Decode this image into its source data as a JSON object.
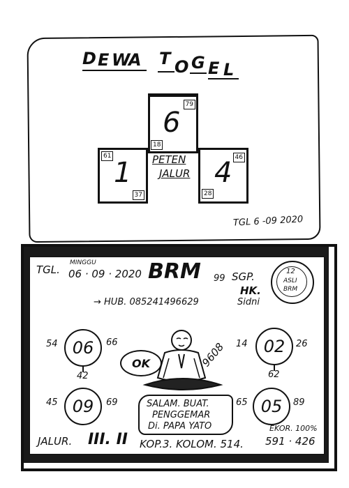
{
  "top": {
    "title_letters": [
      "D",
      "E",
      "W",
      "A",
      "T",
      "O",
      "G",
      "E",
      "L"
    ],
    "center_number": "6",
    "left_number": "1",
    "right_number": "4",
    "corner_top_right": "79",
    "corner_top_left_stem": "18",
    "corner_left_top": "61",
    "corner_left_bottom": "37",
    "corner_right_top": "46",
    "corner_right_bottom": "28",
    "label_line1": "PETEN",
    "label_line2": "JALUR",
    "date": "TGL 6 -09 2020"
  },
  "bottom": {
    "tgl_label": "TGL.",
    "day": "MINGGU",
    "date": "06 · 09 · 2020",
    "brand": "BRM",
    "brand_sup": "99",
    "sgp": "SGP.",
    "hk": "HK.",
    "sidni": "Sidni",
    "seal_line1": "ASLI",
    "seal_line2": "12",
    "seal_line3": "BRM",
    "hub": "→ HUB. 085241496629",
    "circles": [
      {
        "value": "06",
        "left": "54",
        "right": "66",
        "below": "42"
      },
      {
        "value": "02",
        "left": "14",
        "right": "26",
        "below": "62"
      },
      {
        "value": "09",
        "left": "45",
        "right": "69",
        "below": ""
      },
      {
        "value": "05",
        "left": "65",
        "right": "89",
        "below": ""
      }
    ],
    "ok": "OK",
    "side_numbers": "9608",
    "salam_line1": "SALAM. BUAT.",
    "salam_line2": "PENGGEMAR",
    "salam_line3": "Di. PAPA YATO",
    "jalur": "JALUR.",
    "jalur_value": "III. II",
    "kop": "KOP.3. KOLOM. 514.",
    "ekor": "EKOR. 100%",
    "ekor_value": "591 · 426"
  }
}
